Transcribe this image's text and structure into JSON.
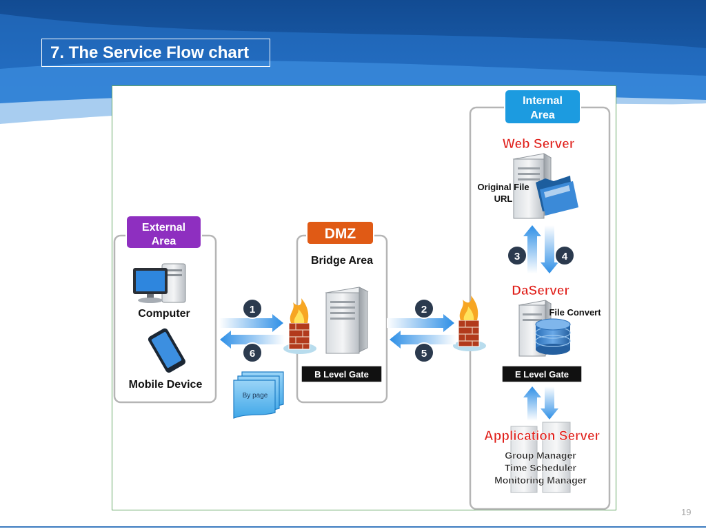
{
  "slide": {
    "title": "7. The Service Flow chart",
    "page_number": "19"
  },
  "zones": {
    "external": {
      "badge_line1": "External",
      "badge_line2": "Area",
      "color": "#8e2fc0"
    },
    "dmz": {
      "badge": "DMZ",
      "subtitle": "Bridge Area",
      "gate": "B Level Gate",
      "color": "#e05a15"
    },
    "internal": {
      "badge_line1": "Internal",
      "badge_line2": "Area",
      "color": "#1c9be0"
    }
  },
  "devices": {
    "computer": "Computer",
    "mobile": "Mobile Device",
    "page_stack": "By page"
  },
  "servers": {
    "web": {
      "name": "Web Server",
      "note_line1": "Original File",
      "note_line2": "URL"
    },
    "da": {
      "name": "DaServer",
      "note": "File Convert",
      "gate": "E Level Gate"
    },
    "app": {
      "name": "Application Server",
      "line1": "Group Manager",
      "line2": "Time Scheduler",
      "line3": "Monitoring Manager"
    }
  },
  "steps": [
    "1",
    "2",
    "3",
    "4",
    "5",
    "6"
  ],
  "colors": {
    "server_name": "#e0201b",
    "step_circle": "#2b3a4e",
    "arrow": "#2e8fe6",
    "header": "#1553a2"
  }
}
